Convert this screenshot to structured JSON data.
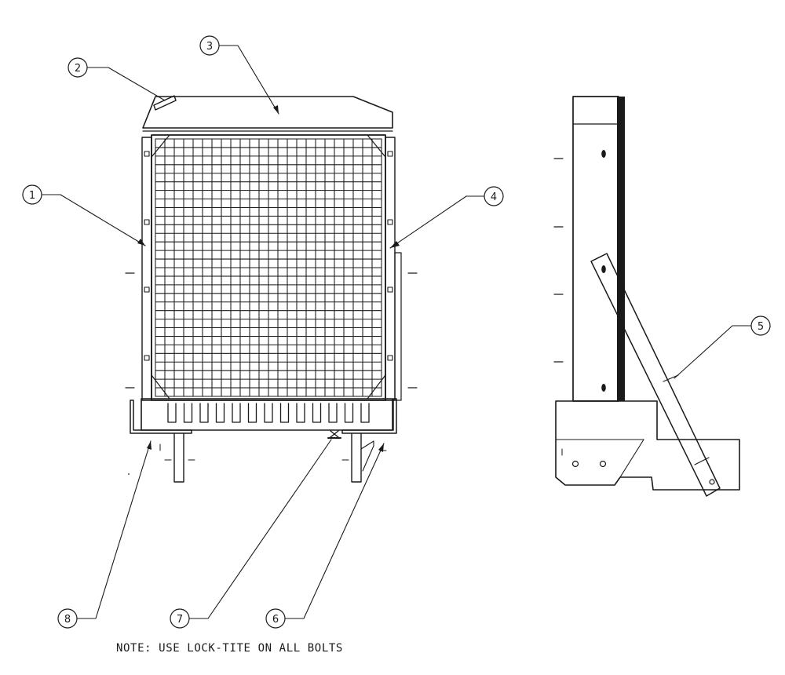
{
  "callouts": [
    {
      "id": 1,
      "label": "1"
    },
    {
      "id": 2,
      "label": "2"
    },
    {
      "id": 3,
      "label": "3"
    },
    {
      "id": 4,
      "label": "4"
    },
    {
      "id": 5,
      "label": "5"
    },
    {
      "id": 6,
      "label": "6"
    },
    {
      "id": 7,
      "label": "7"
    },
    {
      "id": 8,
      "label": "8"
    }
  ],
  "note": "NOTE: USE LOCK-TITE ON ALL BOLTS",
  "colors": {
    "ink": "#1a1a1a",
    "background": "#ffffff"
  }
}
